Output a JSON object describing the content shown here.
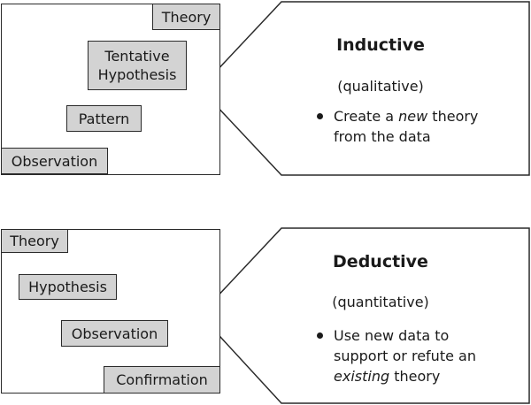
{
  "inductive": {
    "steps": [
      "Observation",
      "Pattern",
      "Tentative\nHypothesis",
      "Theory"
    ],
    "title": "Inductive",
    "subtitle": "(qualitative)",
    "bullet": {
      "pre": "Create a ",
      "em": "new",
      "post": " theory\nfrom the data"
    }
  },
  "deductive": {
    "steps": [
      "Theory",
      "Hypothesis",
      "Observation",
      "Confirmation"
    ],
    "title": "Deductive",
    "subtitle": "(quantitative)",
    "bullet": {
      "pre": "Use new data to\nsupport or refute an\n",
      "em": "existing",
      "post": " theory"
    }
  },
  "colors": {
    "box_fill": "#d3d3d3",
    "stroke": "#2a2a2a",
    "arrow_fill": "#c8c8c8"
  }
}
